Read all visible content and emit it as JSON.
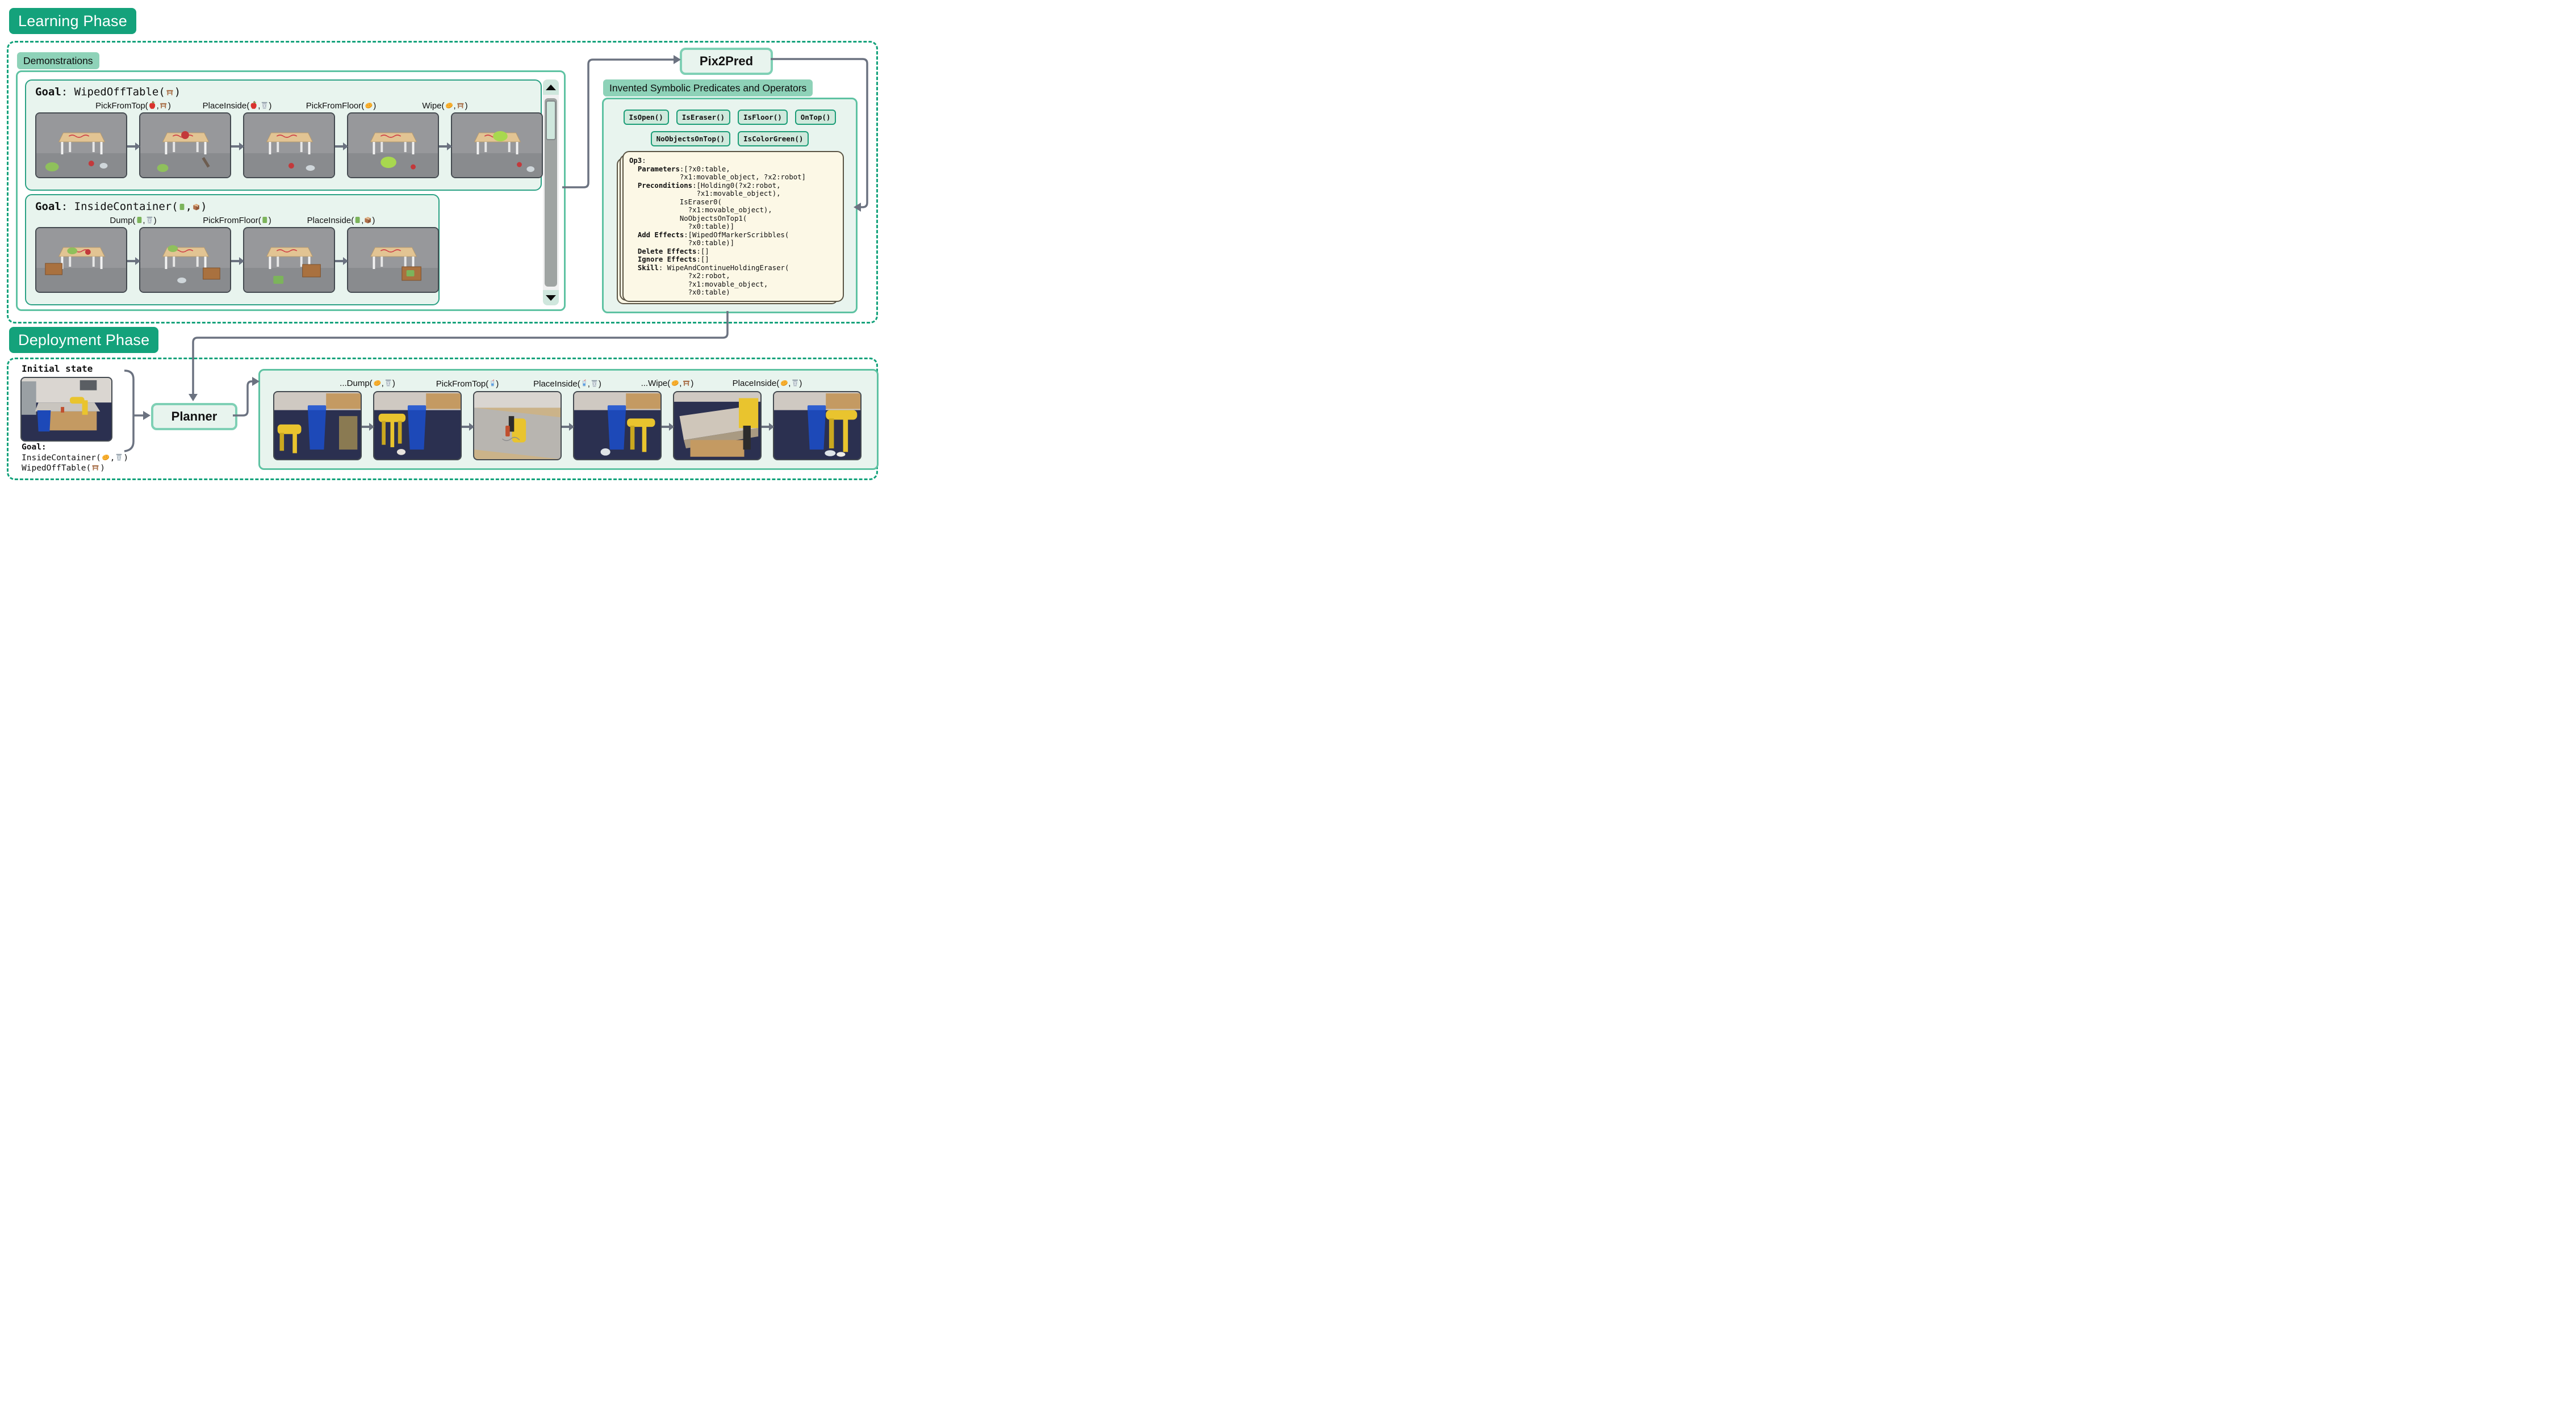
{
  "colors": {
    "accent_dark": "#14a27b",
    "accent_light": "#8ed2b8",
    "panel_mint": "#e8f4ee",
    "chip_green": "#cfe9dc",
    "card_cream": "#fcf8e6",
    "connector_gray": "#6b7280"
  },
  "learning": {
    "title": "Learning Phase",
    "demonstrations_label": "Demonstrations",
    "demos": [
      {
        "goal_prefix": "Goal",
        "goal_rest": ": WipedOffTable(🪑)",
        "actions": [
          "PickFromTop(🍎,🪑)",
          "PlaceInside(🍎,🗑)",
          "PickFromFloor(🧽)",
          "Wipe(🧽,🪑)"
        ],
        "frame_count": 5
      },
      {
        "goal_prefix": "Goal",
        "goal_rest": ": InsideContainer(🟩,📦)",
        "actions": [
          "Dump(🟩,🗑)",
          "PickFromFloor(🟩)",
          "PlaceInside(🟩,📦)"
        ],
        "frame_count": 4
      }
    ]
  },
  "pix2pred_label": "Pix2Pred",
  "invented": {
    "title": "Invented Symbolic Predicates and Operators",
    "predicates": [
      "IsOpen()",
      "IsEraser()",
      "IsFloor()",
      "OnTop()",
      "NoObjectsOnTop()",
      "IsColorGreen()"
    ],
    "operator_lines": [
      "Op3:",
      "  Parameters:[?x0:table,",
      "            ?x1:movable_object, ?x2:robot]",
      "  Preconditions:[Holding0(?x2:robot,",
      "                ?x1:movable_object),",
      "            IsEraser0(",
      "              ?x1:movable_object),",
      "            NoObjectsOnTop1(",
      "              ?x0:table)]",
      "  Add Effects:[WipedOfMarkerScribbles(",
      "              ?x0:table)]",
      "  Delete Effects:[]",
      "  Ignore Effects:[]",
      "  Skill: WipeAndContinueHoldingEraser(",
      "              ?x2:robot,",
      "              ?x1:movable_object,",
      "              ?x0:table)"
    ]
  },
  "deployment": {
    "title": "Deployment Phase",
    "initial_state_label": "Initial state",
    "goal_prefix": "Goal:",
    "goal_lines": [
      "InsideContainer(🧽,🗑)",
      "WipedOffTable(🪑)"
    ],
    "planner_label": "Planner",
    "plan_actions": [
      "...Dump(🧽,🗑)",
      "PickFromTop(🥤)",
      "PlaceInside(🥤,🗑)",
      "...Wipe(🧽,🪑)",
      "PlaceInside(🧽,🗑)"
    ],
    "frame_count": 6
  },
  "icons": {
    "🍎": "apple-icon",
    "🪑": "stool-icon",
    "🗑": "wastebasket-icon",
    "🧽": "sponge-icon",
    "🟩": "green-eraser-icon",
    "📦": "box-icon",
    "🥤": "cup-with-straw-icon"
  }
}
